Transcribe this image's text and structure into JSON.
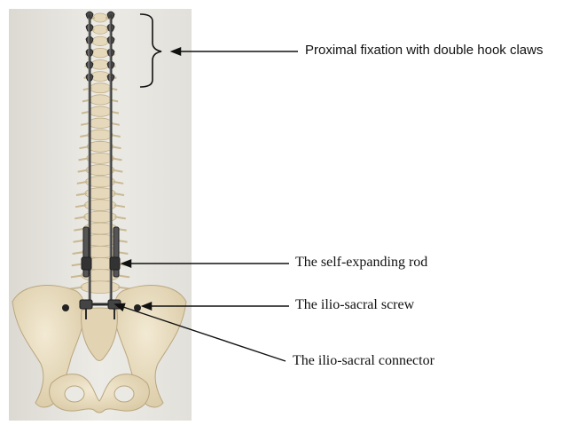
{
  "annotations": {
    "proximal_fixation": "Proximal fixation with double hook claws",
    "self_expanding_rod": "The self-expanding rod",
    "iliosacral_screw": "The ilio-sacral screw",
    "iliosacral_connector": "The ilio-sacral connector"
  },
  "colors": {
    "background_panel": "#ebe9e3",
    "bone": "#e8dcc0",
    "bone_shadow": "#cdbf9e",
    "implant": "#3c3c3c",
    "pointer": "#111111"
  }
}
